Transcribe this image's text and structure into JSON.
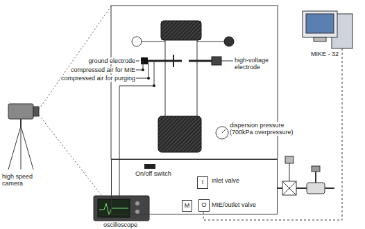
{
  "diagram": {
    "nodes": [
      {
        "text": [
          "On/off switch"
        ]
      },
      {
        "text": [
          "I"
        ],
        "in": 0
      },
      {
        "text": [
          "M"
        ],
        "in": 0
      },
      {
        "text": [
          "O"
        ],
        "in": 0
      }
    ],
    "labels": [
      "ground electrode",
      "compressed air for MIE",
      "compressed air for purging",
      "high-voltage electrode",
      "dispersion pressure (700kPa overpressure)",
      "inlet valve",
      "MIE/outlet valve",
      "high speed camera",
      "oscilloscope",
      "MIKE - 32"
    ]
  }
}
